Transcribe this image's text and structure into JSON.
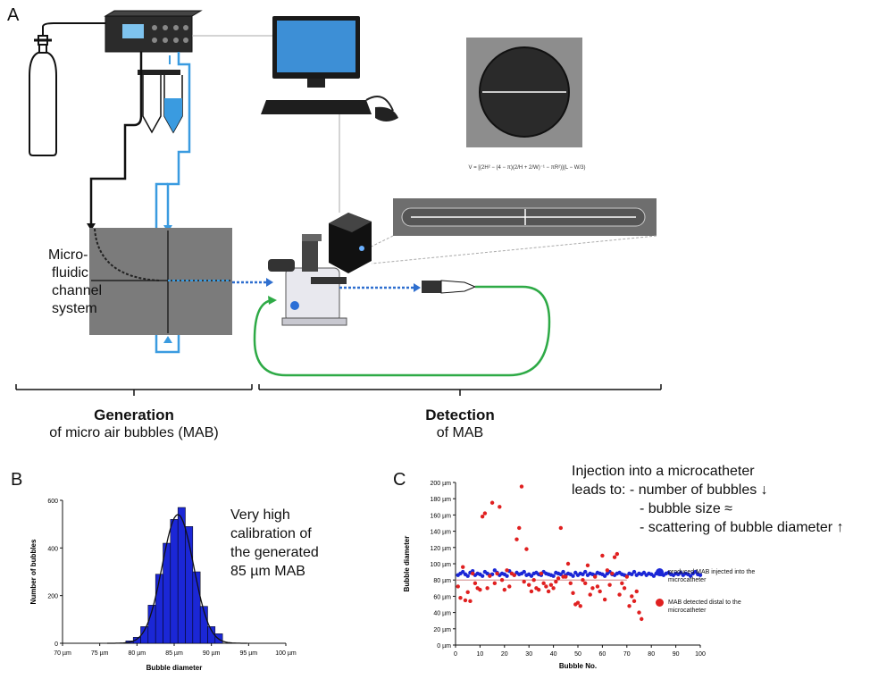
{
  "panels": {
    "a": "A",
    "b": "B",
    "c": "C"
  },
  "panel_a": {
    "channel_label": [
      "Micro-",
      "fluidic",
      "channel",
      "system"
    ],
    "formula": "V = [(2H² − (4 − π)(2/H + 2/W)⁻¹ − πR²)](L − W/3)",
    "generation_title": "Generation",
    "generation_sub": "of micro air bubbles (MAB)",
    "detection_title": "Detection",
    "detection_sub": "of MAB"
  },
  "panel_b": {
    "note": [
      "Very high",
      "calibration of",
      "the generated",
      "85 µm MAB"
    ]
  },
  "panel_c": {
    "note_line1": "Injection into a microcatheter",
    "note_line2": "leads to:  - number of bubbles ↓",
    "note_line3": "- bubble size ≈",
    "note_line4": "- scattering of bubble diameter ↑",
    "legend": [
      {
        "label_1": "produced MAB injected into the",
        "label_2": "microcatheter",
        "color": "#1b27d6"
      },
      {
        "label_1": "MAB detected distal to the",
        "label_2": "microcatheter",
        "color": "#e02020"
      }
    ]
  },
  "colors": {
    "bar_blue": "#1b27d6",
    "dot_red": "#e02020",
    "tube_blue": "#3a9be0",
    "tube_green": "#2eaa46",
    "chip_gray": "#7b7b7b"
  },
  "chart_data": [
    {
      "type": "bar",
      "xlabel": "Bubble diameter",
      "ylabel": "Number of bubbles",
      "x_ticks": [
        "70 µm",
        "75 µm",
        "80 µm",
        "85 µm",
        "90 µm",
        "95 µm",
        "100 µm"
      ],
      "y_ticks": [
        "0",
        "200",
        "400",
        "600"
      ],
      "xlim": [
        70,
        100
      ],
      "ylim": [
        0,
        600
      ],
      "bin_width": 1,
      "bin_centers": [
        79,
        80,
        81,
        82,
        83,
        84,
        85,
        86,
        87,
        88,
        89,
        90,
        91
      ],
      "values": [
        10,
        25,
        70,
        160,
        290,
        420,
        520,
        570,
        490,
        300,
        155,
        70,
        40
      ],
      "fit_curve": {
        "type": "gaussian",
        "mean": 85.5,
        "sd": 2.1,
        "peak": 540
      }
    },
    {
      "type": "scatter",
      "xlabel": "Bubble No.",
      "ylabel": "Bubble diameter",
      "x_ticks": [
        "0",
        "10",
        "20",
        "30",
        "40",
        "50",
        "60",
        "70",
        "80",
        "90",
        "100"
      ],
      "y_ticks": [
        "0 µm",
        "20 µm",
        "40 µm",
        "60 µm",
        "80 µm",
        "100 µm",
        "120 µm",
        "140 µm",
        "160 µm",
        "180 µm",
        "200 µm"
      ],
      "xlim": [
        0,
        100
      ],
      "ylim": [
        0,
        200
      ],
      "reference_line": 80,
      "series": [
        {
          "name": "produced MAB injected into the microcatheter",
          "color": "#1b27d6",
          "y": [
            86,
            88,
            90,
            87,
            85,
            89,
            91,
            86,
            88,
            87,
            85,
            90,
            88,
            86,
            87,
            92,
            89,
            86,
            88,
            87,
            85,
            91,
            88,
            86,
            89,
            87,
            88,
            90,
            86,
            87,
            85,
            88,
            89,
            87,
            86,
            90,
            88,
            87,
            86,
            85,
            89,
            88,
            87,
            90,
            86,
            88,
            87,
            85,
            89,
            86,
            88,
            87,
            90,
            86,
            88,
            87,
            86,
            89,
            88,
            87,
            85,
            88,
            90,
            87,
            86,
            88,
            89,
            87,
            86,
            85,
            88,
            87,
            90,
            86,
            88,
            87,
            89,
            86,
            88,
            87,
            85,
            88,
            90,
            87,
            86,
            88,
            89,
            87,
            86,
            88,
            87,
            89,
            86,
            88,
            87,
            85,
            88,
            90,
            87,
            86
          ]
        },
        {
          "name": "MAB detected distal to the microcatheter",
          "color": "#e02020",
          "x": [
            1,
            2,
            3,
            4,
            5,
            6,
            7,
            8,
            9,
            10,
            11,
            12,
            13,
            14,
            15,
            16,
            17,
            18,
            19,
            20,
            21,
            22,
            23,
            24,
            25,
            26,
            27,
            28,
            29,
            30,
            31,
            32,
            33,
            34,
            35,
            36,
            37,
            38,
            39,
            40,
            41,
            42,
            43,
            44,
            45,
            46,
            47,
            48,
            49,
            50,
            51,
            52,
            53,
            54,
            55,
            56,
            57,
            58,
            59,
            60,
            61,
            62,
            63,
            64,
            65,
            66,
            67,
            68,
            69,
            70,
            71,
            72,
            73,
            74,
            75,
            76
          ],
          "y": [
            72,
            58,
            96,
            55,
            65,
            54,
            88,
            76,
            70,
            68,
            158,
            162,
            70,
            85,
            175,
            76,
            88,
            170,
            80,
            68,
            92,
            72,
            88,
            86,
            130,
            144,
            195,
            78,
            118,
            74,
            66,
            80,
            70,
            68,
            88,
            76,
            72,
            66,
            74,
            70,
            78,
            82,
            144,
            84,
            84,
            100,
            76,
            64,
            50,
            52,
            48,
            80,
            76,
            98,
            62,
            70,
            84,
            72,
            66,
            110,
            56,
            92,
            74,
            88,
            108,
            112,
            62,
            76,
            70,
            84,
            48,
            60,
            54,
            66,
            40,
            32
          ]
        }
      ]
    }
  ]
}
